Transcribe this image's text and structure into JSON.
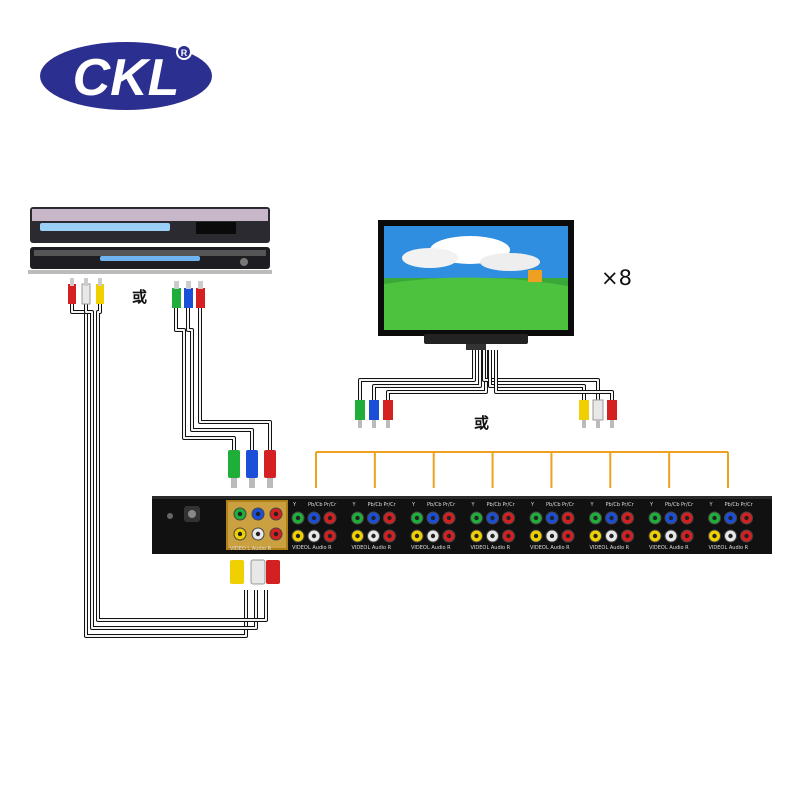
{
  "brand": {
    "logo_text": "CKL",
    "registered_mark": "R",
    "logo_color": "#2b2f8f"
  },
  "labels": {
    "or_source": "或",
    "or_display": "或",
    "multiplier": "×8"
  },
  "colors": {
    "cable_white": "#f4f4f4",
    "cable_outline": "#111111",
    "connector_red": "#d42020",
    "connector_white": "#e8e8e8",
    "connector_yellow": "#f0d000",
    "connector_green": "#1fae3a",
    "connector_blue": "#1c4fd8",
    "output_bus": "#f0a020",
    "splitter_body": "#111111"
  },
  "splitter": {
    "output_port_groups": 8,
    "input_label": "VIDEO  L Audio R",
    "group_labels": [
      "Y",
      "Pb/Cb",
      "Pr/Cr",
      "VIDEO",
      "L Audio R"
    ]
  }
}
